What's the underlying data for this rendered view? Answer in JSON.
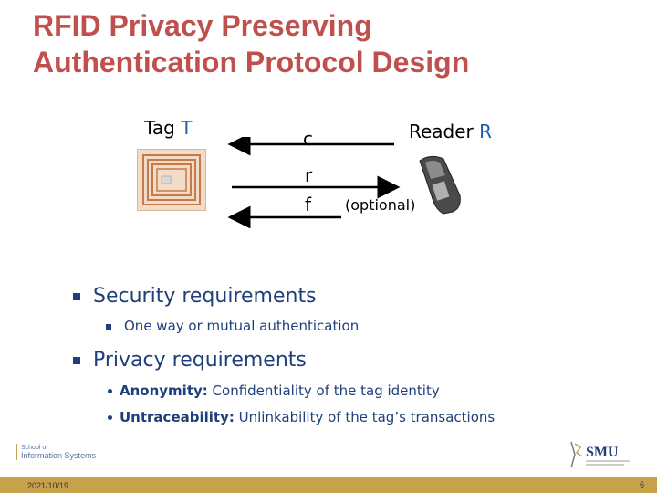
{
  "title": {
    "line1": "RFID Privacy Preserving",
    "line2": "Authentication Protocol Design"
  },
  "diagram": {
    "tag_label": "Tag ",
    "tag_var": "T",
    "reader_label": "Reader ",
    "reader_var": "R",
    "msg_c": "c",
    "msg_r": "r",
    "msg_f": "f",
    "optional": "(optional)"
  },
  "bullets": {
    "security": "Security requirements",
    "security_sub": "One way or mutual authentication",
    "privacy": "Privacy requirements",
    "anonymity_term": "Anonymity:",
    "anonymity_text": " Confidentiality of the tag identity",
    "untraceability_term": "Untraceability:",
    "untraceability_text": " Unlinkability of the tag’s transactions"
  },
  "footer": {
    "school_line1": "School of",
    "school_line2": "Information Systems",
    "smu_logo_text": "SMU",
    "date": "2021/10/19",
    "page": "6"
  },
  "colors": {
    "title": "#c0504d",
    "bullet_text": "#1f3f7a",
    "variable": "#1f5fa8",
    "footer_bar": "#c8a24a"
  }
}
